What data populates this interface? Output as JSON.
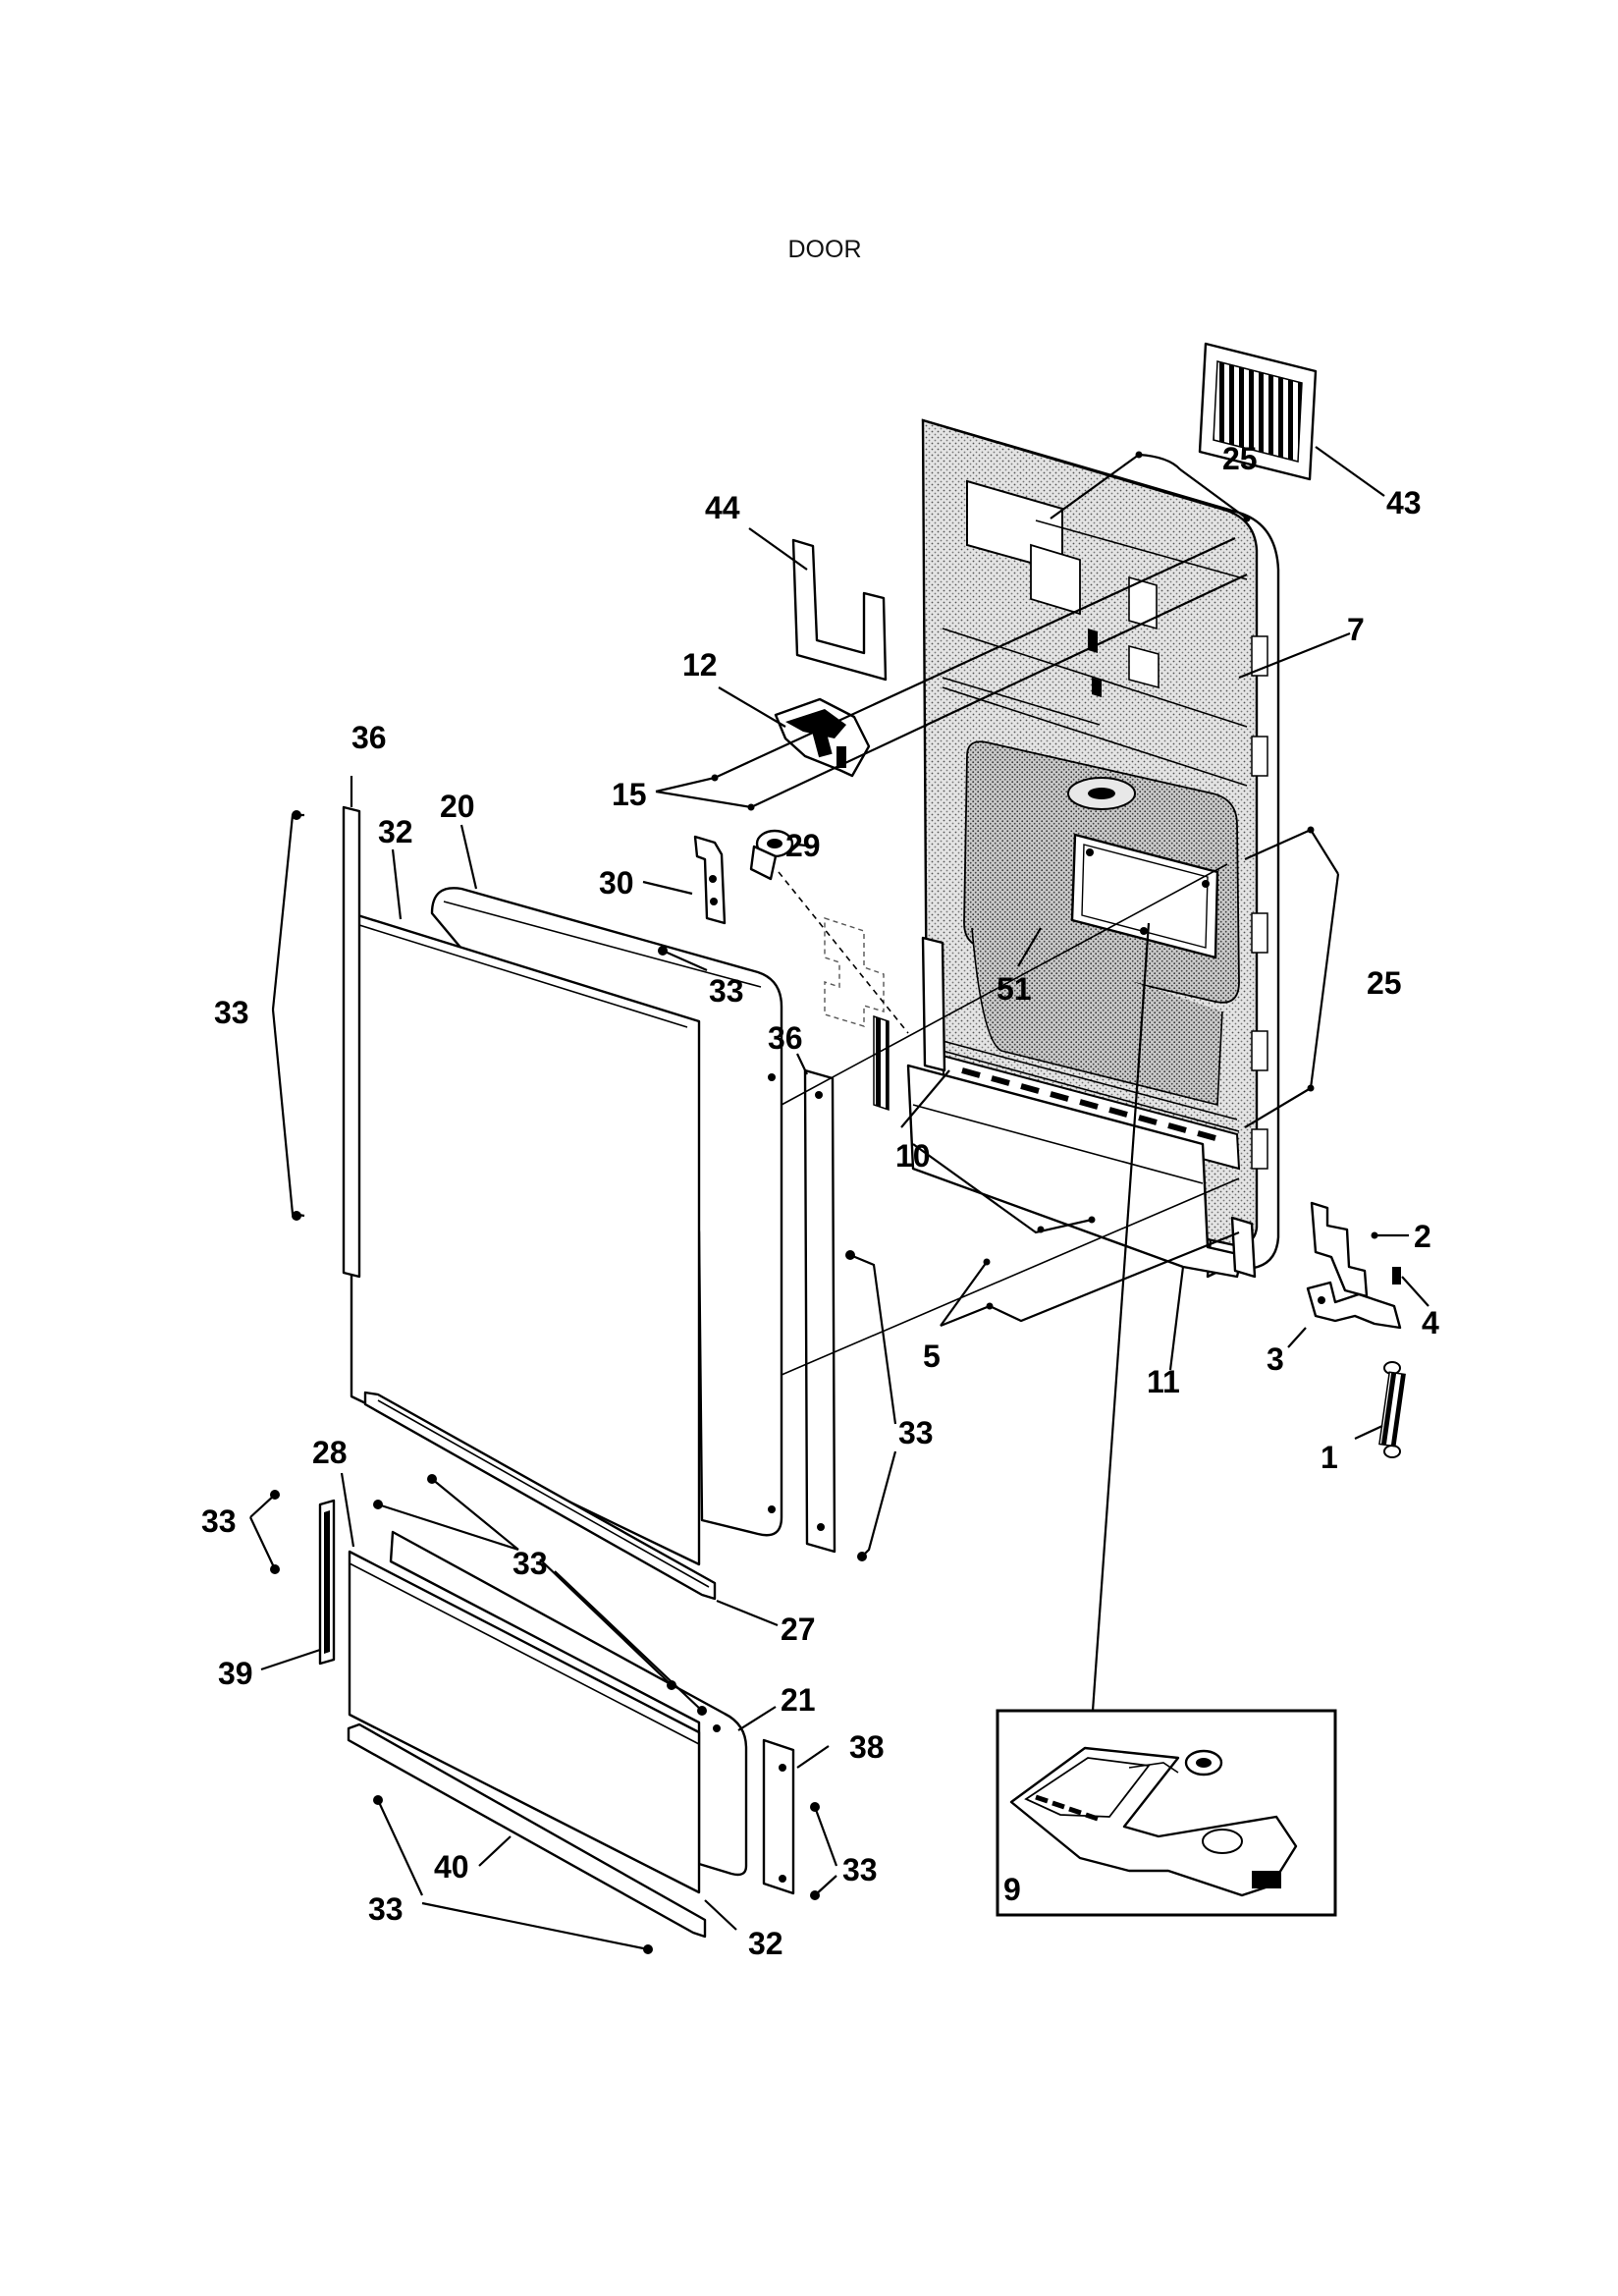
{
  "title": "DOOR",
  "callouts": {
    "c1": "1",
    "c2": "2",
    "c3": "3",
    "c4": "4",
    "c5": "5",
    "c7": "7",
    "c9": "9",
    "c10": "10",
    "c11": "11",
    "c12": "12",
    "c15": "15",
    "c20": "20",
    "c21": "21",
    "c25a": "25",
    "c25b": "25",
    "c27": "27",
    "c28": "28",
    "c29": "29",
    "c30": "30",
    "c32a": "32",
    "c32b": "32",
    "c33a": "33",
    "c33b": "33",
    "c33c": "33",
    "c33d": "33",
    "c33e": "33",
    "c33f": "33",
    "c33g": "33",
    "c36a": "36",
    "c36b": "36",
    "c38": "38",
    "c39": "39",
    "c40": "40",
    "c43": "43",
    "c44": "44",
    "c51": "51"
  }
}
